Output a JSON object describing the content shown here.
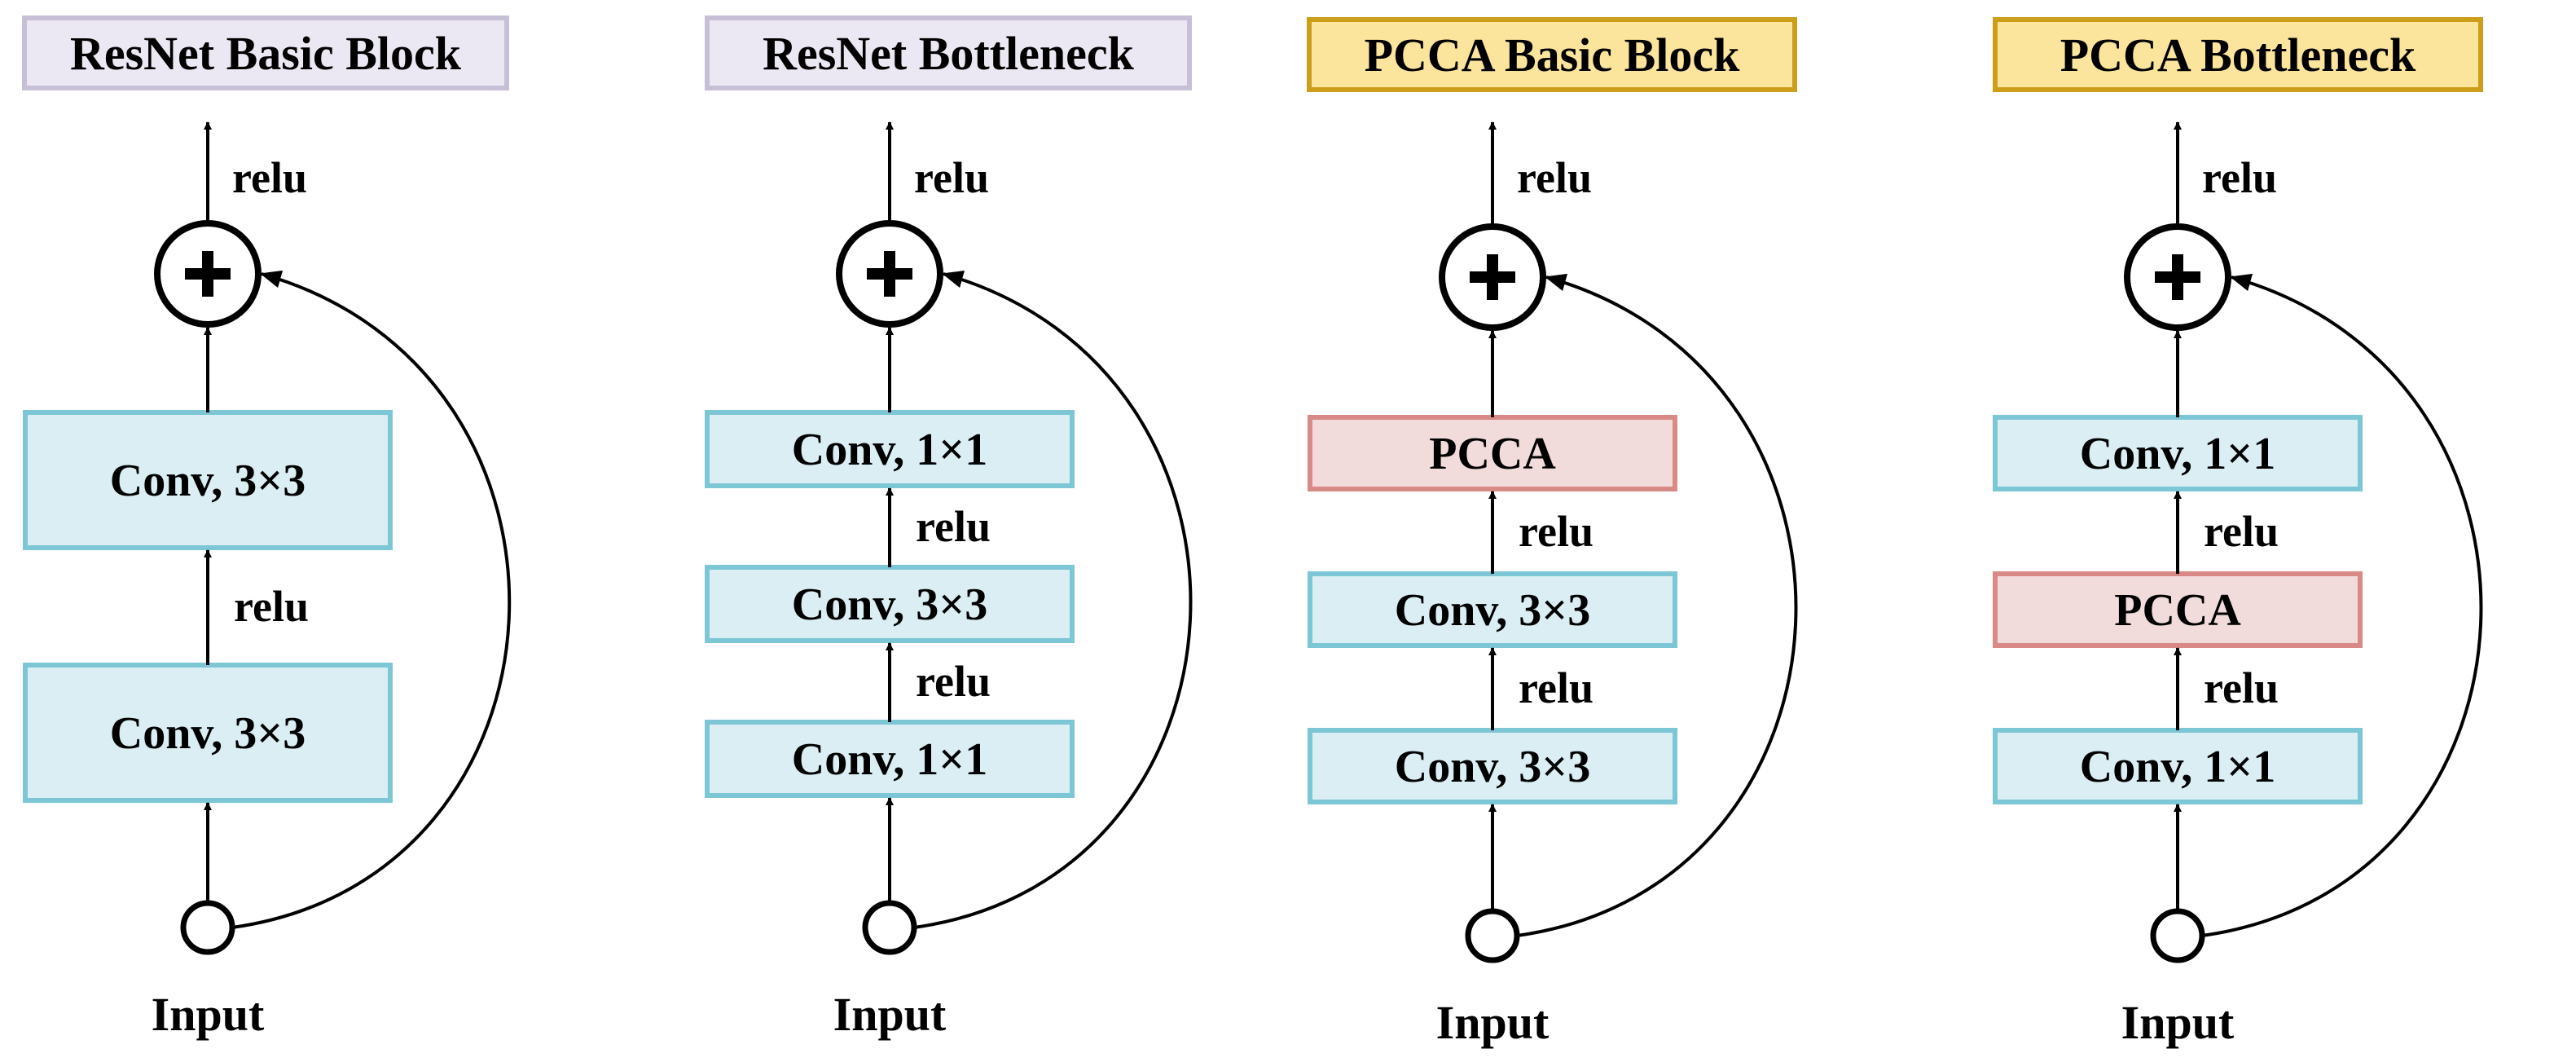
{
  "colors": {
    "resnet_title_fill": "#ece8f3",
    "resnet_title_border": "#c7bfd6",
    "pcca_title_fill": "#fbe49c",
    "pcca_title_border": "#cc9e1a",
    "conv_fill": "#daeef3",
    "conv_border": "#7cc6d6",
    "pcca_fill": "#f2dcdb",
    "pcca_border": "#d98a86",
    "line": "#000000"
  },
  "blocks": [
    {
      "title": "ResNet Basic Block",
      "title_style": "resnet",
      "output_label": "relu",
      "input_label": "Input",
      "layers": [
        {
          "label": "Conv, 3×3",
          "kind": "conv"
        },
        {
          "label": "Conv, 3×3",
          "kind": "conv"
        }
      ],
      "between_labels": [
        "relu"
      ]
    },
    {
      "title": "ResNet Bottleneck",
      "title_style": "resnet",
      "output_label": "relu",
      "input_label": "Input",
      "layers": [
        {
          "label": "Conv, 1×1",
          "kind": "conv"
        },
        {
          "label": "Conv, 3×3",
          "kind": "conv"
        },
        {
          "label": "Conv, 1×1",
          "kind": "conv"
        }
      ],
      "between_labels": [
        "relu",
        "relu"
      ]
    },
    {
      "title": "PCCA Basic Block",
      "title_style": "pcca",
      "output_label": "relu",
      "input_label": "Input",
      "layers": [
        {
          "label": "PCCA",
          "kind": "pcca"
        },
        {
          "label": "Conv, 3×3",
          "kind": "conv"
        },
        {
          "label": "Conv, 3×3",
          "kind": "conv"
        }
      ],
      "between_labels": [
        "relu",
        "relu"
      ]
    },
    {
      "title": "PCCA Bottleneck",
      "title_style": "pcca",
      "output_label": "relu",
      "input_label": "Input",
      "layers": [
        {
          "label": "Conv, 1×1",
          "kind": "conv"
        },
        {
          "label": "PCCA",
          "kind": "pcca"
        },
        {
          "label": "Conv, 1×1",
          "kind": "conv"
        }
      ],
      "between_labels": [
        "relu",
        "relu"
      ]
    }
  ]
}
